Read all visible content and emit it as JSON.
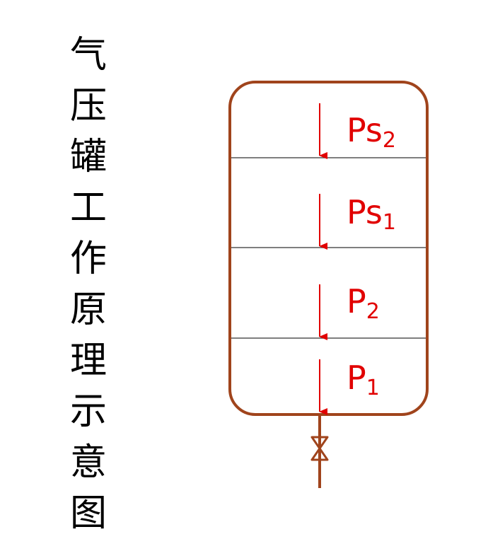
{
  "title_chars": [
    "气",
    "压",
    "罐",
    "工",
    "作",
    "原",
    "理",
    "示",
    "意",
    "图"
  ],
  "labels": {
    "ps2": {
      "main": "Ps",
      "sub": "2"
    },
    "ps1": {
      "main": "Ps",
      "sub": "1"
    },
    "p2": {
      "main": "P",
      "sub": "2"
    },
    "p1": {
      "main": "P",
      "sub": "1"
    }
  },
  "colors": {
    "tank": "#a0441c",
    "arrow": "#e10000",
    "divider": "#555555",
    "text": "#000000"
  }
}
